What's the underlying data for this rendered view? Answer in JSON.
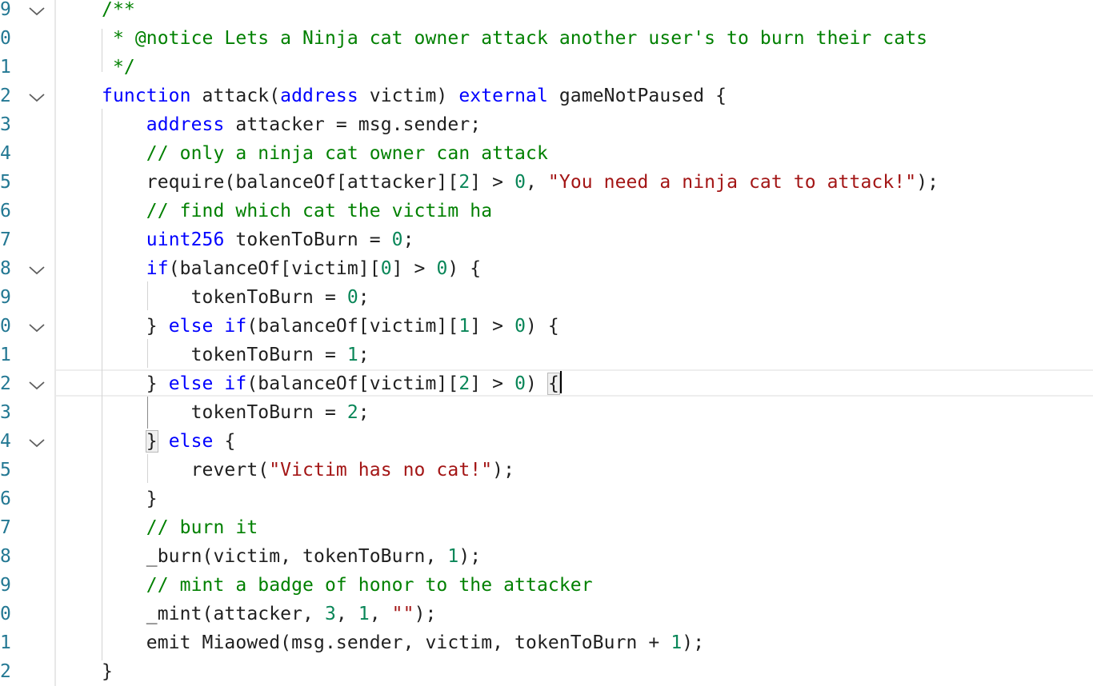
{
  "editor": {
    "line_numbers": [
      "9",
      "0",
      "1",
      "2",
      "3",
      "4",
      "5",
      "6",
      "7",
      "8",
      "9",
      "0",
      "1",
      "2",
      "3",
      "4",
      "5",
      "6",
      "7",
      "8",
      "9",
      "0",
      "1",
      "2"
    ],
    "fold_markers": [
      true,
      false,
      false,
      true,
      false,
      false,
      false,
      false,
      false,
      true,
      false,
      true,
      false,
      true,
      false,
      true,
      false,
      false,
      false,
      false,
      false,
      false,
      false,
      false
    ],
    "lines": [
      [
        {
          "t": "cm",
          "v": "/**"
        }
      ],
      [
        {
          "t": "cm",
          "v": " * @notice Lets a Ninja cat owner attack another user's to burn their cats"
        }
      ],
      [
        {
          "t": "cm",
          "v": " */"
        }
      ],
      [
        {
          "t": "kw",
          "v": "function"
        },
        {
          "t": "tx",
          "v": " attack("
        },
        {
          "t": "kw",
          "v": "address"
        },
        {
          "t": "tx",
          "v": " victim) "
        },
        {
          "t": "kw",
          "v": "external"
        },
        {
          "t": "tx",
          "v": " gameNotPaused {"
        }
      ],
      [
        {
          "t": "tx",
          "v": "    "
        },
        {
          "t": "kw",
          "v": "address"
        },
        {
          "t": "tx",
          "v": " attacker = msg.sender;"
        }
      ],
      [
        {
          "t": "tx",
          "v": "    "
        },
        {
          "t": "cm",
          "v": "// only a ninja cat owner can attack"
        }
      ],
      [
        {
          "t": "tx",
          "v": "    require(balanceOf[attacker]["
        },
        {
          "t": "nm",
          "v": "2"
        },
        {
          "t": "tx",
          "v": "] > "
        },
        {
          "t": "nm",
          "v": "0"
        },
        {
          "t": "tx",
          "v": ", "
        },
        {
          "t": "st",
          "v": "\"You need a ninja cat to attack!\""
        },
        {
          "t": "tx",
          "v": ");"
        }
      ],
      [
        {
          "t": "tx",
          "v": "    "
        },
        {
          "t": "cm",
          "v": "// find which cat the victim ha"
        }
      ],
      [
        {
          "t": "tx",
          "v": "    "
        },
        {
          "t": "kw",
          "v": "uint256"
        },
        {
          "t": "tx",
          "v": " tokenToBurn = "
        },
        {
          "t": "nm",
          "v": "0"
        },
        {
          "t": "tx",
          "v": ";"
        }
      ],
      [
        {
          "t": "tx",
          "v": "    "
        },
        {
          "t": "kw",
          "v": "if"
        },
        {
          "t": "tx",
          "v": "(balanceOf[victim]["
        },
        {
          "t": "nm",
          "v": "0"
        },
        {
          "t": "tx",
          "v": "] > "
        },
        {
          "t": "nm",
          "v": "0"
        },
        {
          "t": "tx",
          "v": ") {"
        }
      ],
      [
        {
          "t": "tx",
          "v": "        tokenToBurn = "
        },
        {
          "t": "nm",
          "v": "0"
        },
        {
          "t": "tx",
          "v": ";"
        }
      ],
      [
        {
          "t": "tx",
          "v": "    } "
        },
        {
          "t": "kw",
          "v": "else if"
        },
        {
          "t": "tx",
          "v": "(balanceOf[victim]["
        },
        {
          "t": "nm",
          "v": "1"
        },
        {
          "t": "tx",
          "v": "] > "
        },
        {
          "t": "nm",
          "v": "0"
        },
        {
          "t": "tx",
          "v": ") {"
        }
      ],
      [
        {
          "t": "tx",
          "v": "        tokenToBurn = "
        },
        {
          "t": "nm",
          "v": "1"
        },
        {
          "t": "tx",
          "v": ";"
        }
      ],
      [
        {
          "t": "tx",
          "v": "    } "
        },
        {
          "t": "kw",
          "v": "else if"
        },
        {
          "t": "tx",
          "v": "(balanceOf[victim]["
        },
        {
          "t": "nm",
          "v": "2"
        },
        {
          "t": "tx",
          "v": "] > "
        },
        {
          "t": "nm",
          "v": "0"
        },
        {
          "t": "tx",
          "v": ") "
        },
        {
          "t": "brk",
          "v": "{"
        },
        {
          "t": "caret",
          "v": ""
        }
      ],
      [
        {
          "t": "tx",
          "v": "        tokenToBurn = "
        },
        {
          "t": "nm",
          "v": "2"
        },
        {
          "t": "tx",
          "v": ";"
        }
      ],
      [
        {
          "t": "tx",
          "v": "    "
        },
        {
          "t": "brk",
          "v": "}"
        },
        {
          "t": "tx",
          "v": " "
        },
        {
          "t": "kw",
          "v": "else"
        },
        {
          "t": "tx",
          "v": " {"
        }
      ],
      [
        {
          "t": "tx",
          "v": "        revert("
        },
        {
          "t": "st",
          "v": "\"Victim has no cat!\""
        },
        {
          "t": "tx",
          "v": ");"
        }
      ],
      [
        {
          "t": "tx",
          "v": "    }"
        }
      ],
      [
        {
          "t": "tx",
          "v": "    "
        },
        {
          "t": "cm",
          "v": "// burn it"
        }
      ],
      [
        {
          "t": "tx",
          "v": "    _burn(victim, tokenToBurn, "
        },
        {
          "t": "nm",
          "v": "1"
        },
        {
          "t": "tx",
          "v": ");"
        }
      ],
      [
        {
          "t": "tx",
          "v": "    "
        },
        {
          "t": "cm",
          "v": "// mint a badge of honor to the attacker"
        }
      ],
      [
        {
          "t": "tx",
          "v": "    _mint(attacker, "
        },
        {
          "t": "nm",
          "v": "3"
        },
        {
          "t": "tx",
          "v": ", "
        },
        {
          "t": "nm",
          "v": "1"
        },
        {
          "t": "tx",
          "v": ", "
        },
        {
          "t": "st",
          "v": "\"\""
        },
        {
          "t": "tx",
          "v": ");"
        }
      ],
      [
        {
          "t": "tx",
          "v": "    emit Miaowed(msg.sender, victim, tokenToBurn + "
        },
        {
          "t": "nm",
          "v": "1"
        },
        {
          "t": "tx",
          "v": ");"
        }
      ],
      [
        {
          "t": "tx",
          "v": "}"
        }
      ]
    ],
    "current_line_index": 13
  }
}
